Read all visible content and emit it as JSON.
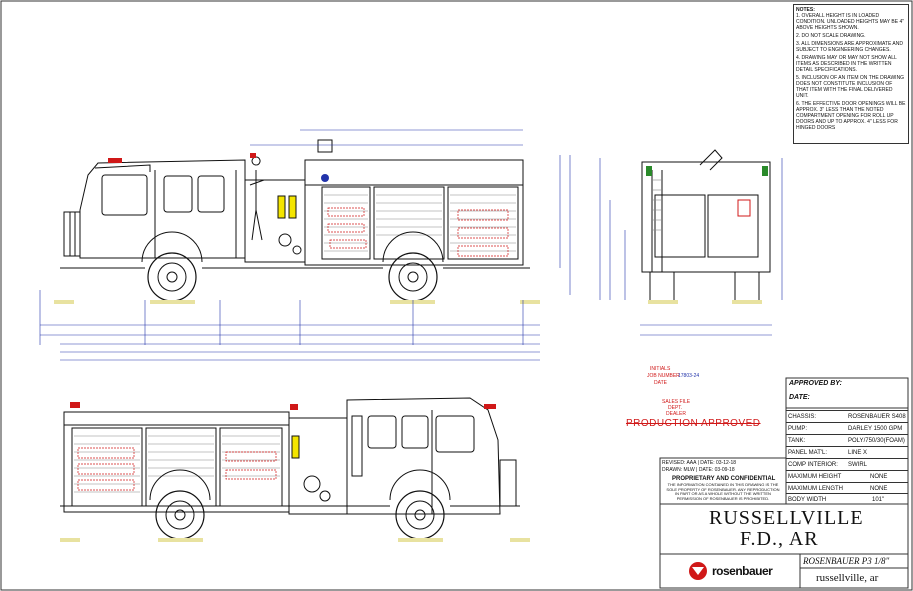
{
  "notes": {
    "title": "NOTES:",
    "items": [
      "1. OVERALL HEIGHT IS IN LOADED CONDITION. UNLOADED HEIGHTS MAY BE 4\" ABOVE HEIGHTS SHOWN.",
      "2. DO NOT SCALE DRAWING.",
      "3. ALL DIMENSIONS ARE APPROXIMATE AND SUBJECT TO ENGINEERING CHANGES.",
      "4. DRAWING MAY OR MAY NOT SHOW ALL ITEMS AS DESCRIBED IN THE WRITTEN DETAIL SPECIFICATIONS.",
      "5. INCLUSION OF AN ITEM ON THE DRAWING DOES NOT CONSTITUTE INCLUSION OF THAT ITEM WITH THE FINAL DELIVERED UNIT.",
      "6. THE EFFECTIVE DOOR OPENINGS WILL BE APPROX. 3\" LESS THAN THE NOTED COMPARTMENT OPENING FOR ROLL UP DOORS AND UP TO APPROX. 4\" LESS FOR HINGED DOORS"
    ]
  },
  "approval": {
    "approved_by": "APPROVED BY:",
    "date": "DATE:",
    "stamp": "PRODUCTION APPROVED",
    "job_number_label": "JOB NUMBER",
    "job_number": "17803-24",
    "initials_label": "INITIALS",
    "date_label": "DATE",
    "sales_file_label": "SALES FILE",
    "dept_label": "DEPT.",
    "dealer_label": "DEALER"
  },
  "specs": [
    {
      "label": "CHASSIS:",
      "value": "ROSENBAUER S408"
    },
    {
      "label": "PUMP:",
      "value": "DARLEY 1500 GPM"
    },
    {
      "label": "TANK:",
      "value": "POLY/750/30(FOAM)"
    },
    {
      "label": "PANEL MAT'L:",
      "value": "LINE X"
    },
    {
      "label": "COMP INTERIOR:",
      "value": "SWIRL"
    },
    {
      "label": "MAXIMUM HEIGHT",
      "value": "NONE"
    },
    {
      "label": "MAXIMUM LENGTH",
      "value": "NONE"
    },
    {
      "label": "BODY WIDTH",
      "value": "101\""
    }
  ],
  "revision": {
    "revised": "REVISED: AAA | DATE: 03-12-18",
    "drawn": "DRAWN: MLW | DATE: 03-09-18"
  },
  "proprietary": {
    "title": "PROPRIETARY AND CONFIDENTIAL",
    "body": "THE INFORMATION CONTAINED IN THIS DRAWING IS THE SOLE PROPERTY OF ROSENBAUER. ANY REPRODUCTION IN PART OR AS A WHOLE WITHOUT THE WRITTEN PERMISSION OF ROSENBAUER IS PROHIBITED."
  },
  "customer": {
    "line1": "RUSSELLVILLE",
    "line2": "F.D.,  AR"
  },
  "model": "ROSENBAUER P3 1/8\"",
  "drawing_name": "russellville, ar",
  "brand": "rosenbauer",
  "colors": {
    "line": "#111111",
    "dim_blue": "#2233aa",
    "red": "#d01818",
    "warning_yellow": "#f4e500",
    "ground": "#e8e2a0"
  }
}
